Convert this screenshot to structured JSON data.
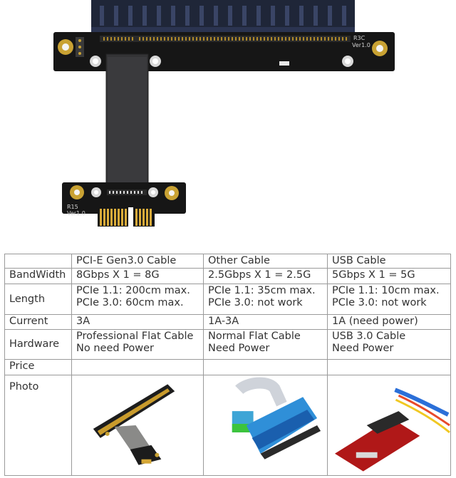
{
  "board_top": {
    "model": "R3C",
    "version": "Ver1.0"
  },
  "board_bottom": {
    "model": "R15",
    "version": "Ver1.0"
  },
  "table": {
    "headers": [
      "",
      "PCI-E Gen3.0 Cable",
      "Other Cable",
      "USB Cable"
    ],
    "rows": [
      {
        "label": "BandWidth",
        "cells": [
          [
            "8Gbps X 1 = 8G"
          ],
          [
            "2.5Gbps X 1 = 2.5G"
          ],
          [
            "5Gbps X 1 = 5G"
          ]
        ]
      },
      {
        "label": "Length",
        "cells": [
          [
            "PCIe 1.1: 200cm max.",
            "PCIe 3.0:  60cm max."
          ],
          [
            "PCIe 1.1: 35cm max.",
            "PCIe 3.0:  not work"
          ],
          [
            "PCIe 1.1: 10cm max.",
            "PCIe 3.0:  not work"
          ]
        ]
      },
      {
        "label": "Current",
        "cells": [
          [
            "3A"
          ],
          [
            "1A-3A"
          ],
          [
            "1A (need power)"
          ]
        ]
      },
      {
        "label": "Hardware",
        "cells": [
          [
            "Professional Flat Cable",
            "No need Power"
          ],
          [
            "Normal Flat Cable",
            "Need Power"
          ],
          [
            "USB 3.0 Cable",
            "Need Power"
          ]
        ]
      },
      {
        "label": "Price",
        "cells": [
          [],
          [],
          []
        ]
      },
      {
        "label": "Photo",
        "cells": [
          [],
          [],
          []
        ]
      }
    ]
  }
}
